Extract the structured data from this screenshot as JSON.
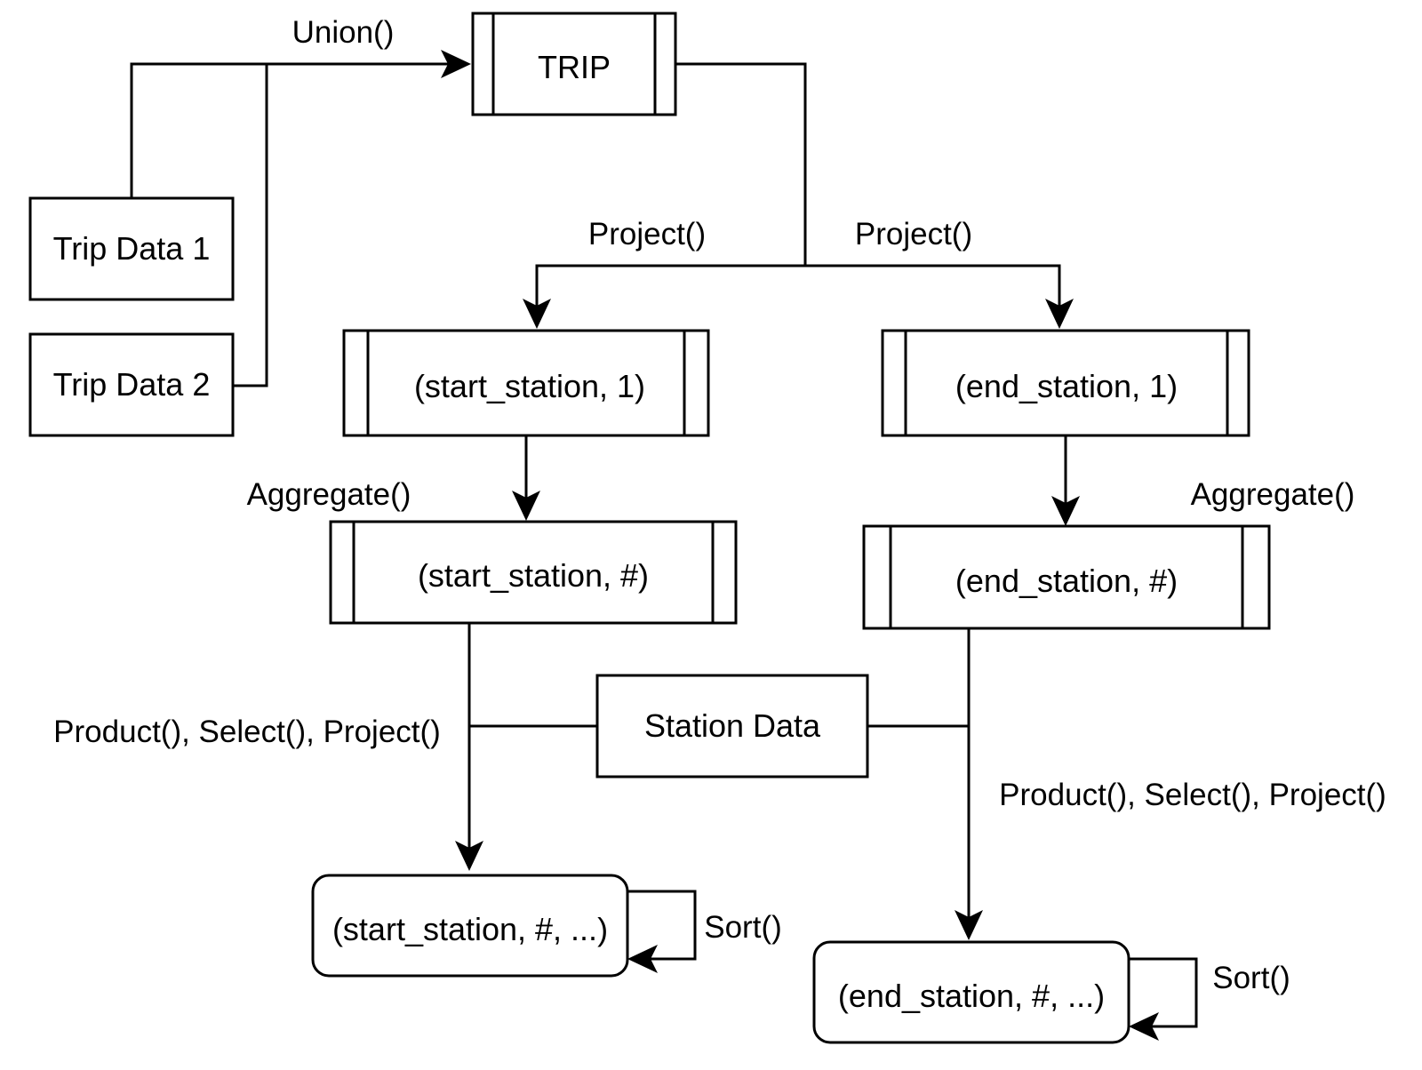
{
  "diagram": {
    "nodes": {
      "trip_data_1": "Trip Data 1",
      "trip_data_2": "Trip Data 2",
      "trip": "TRIP",
      "start_station_1": "(start_station, 1)",
      "end_station_1": "(end_station, 1)",
      "start_station_count": "(start_station, #)",
      "end_station_count": "(end_station, #)",
      "station_data": "Station Data",
      "start_station_result": "(start_station, #, ...)",
      "end_station_result": "(end_station, #, ...)"
    },
    "edge_labels": {
      "union": "Union()",
      "project_left": "Project()",
      "project_right": "Project()",
      "aggregate_left": "Aggregate()",
      "aggregate_right": "Aggregate()",
      "join_left": "Product(), Select(), Project()",
      "join_right": "Product(), Select(), Project()",
      "sort_left": "Sort()",
      "sort_right": "Sort()"
    }
  }
}
